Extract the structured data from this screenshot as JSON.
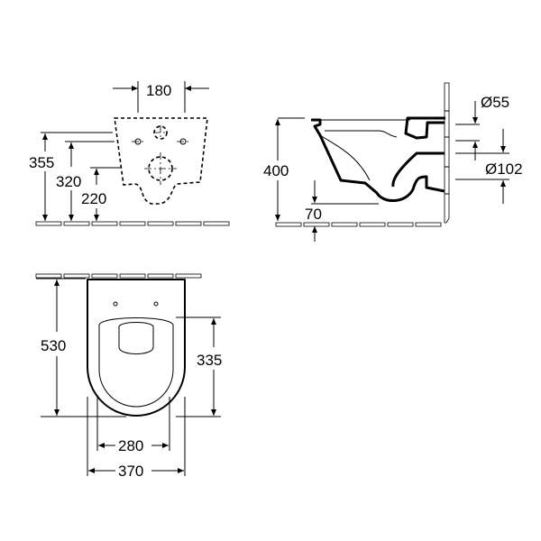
{
  "front_view": {
    "width_between_fixings": "180",
    "height_top": "355",
    "height_fixings": "320",
    "height_outlet": "220"
  },
  "side_view": {
    "height_rim": "400",
    "floor_clearance": "70",
    "inlet_diameter": "Ø55",
    "outlet_diameter": "Ø102"
  },
  "top_view": {
    "length": "530",
    "seat_depth": "335",
    "inner_width": "280",
    "outer_width": "370"
  }
}
